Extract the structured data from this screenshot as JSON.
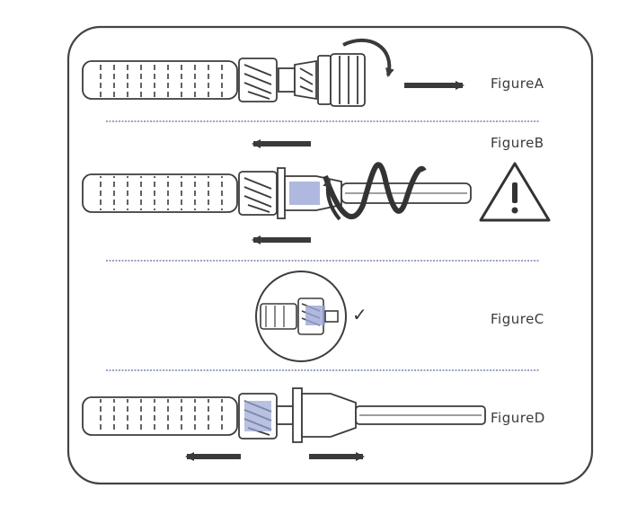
{
  "figures": {
    "a": {
      "label": "FigureA"
    },
    "b": {
      "label": "FigureB"
    },
    "c": {
      "label": "FigureC",
      "mark": "✓"
    },
    "d": {
      "label": "FigureD"
    }
  },
  "icons": {
    "warning": "warning-triangle-icon",
    "rotate": "rotate-arrow-icon",
    "check": "checkmark-icon",
    "arrow": "arrow-icon"
  },
  "colors": {
    "outline": "#3c3c3c",
    "arrow": "#3a3a3a",
    "highlight": "#9ba6d6",
    "separator": "#9aa2c4"
  }
}
